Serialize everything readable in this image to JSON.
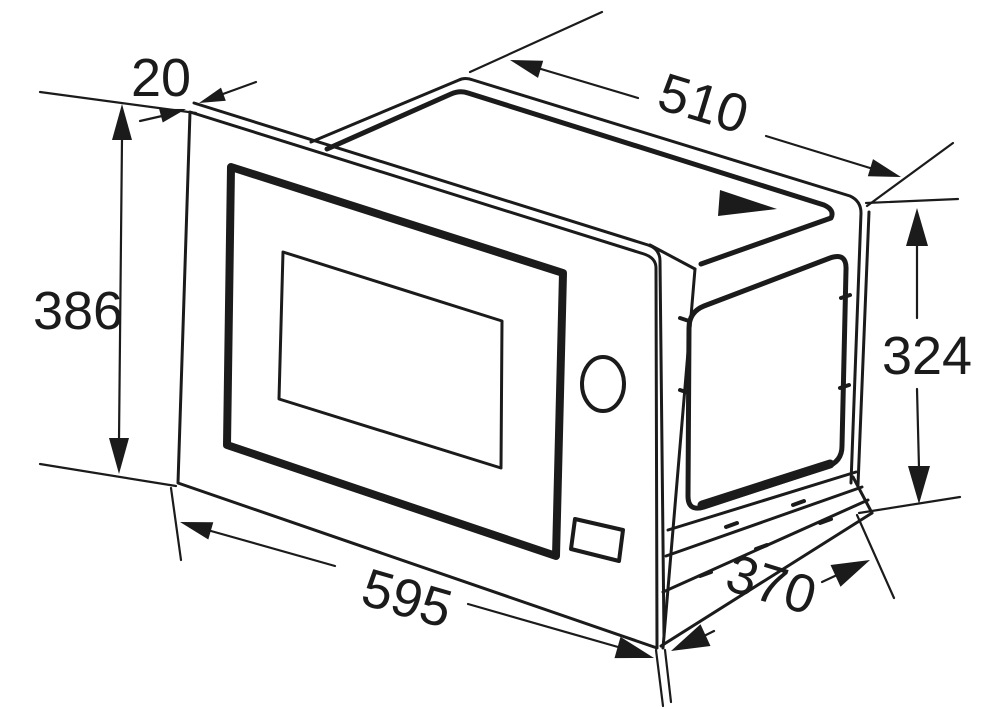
{
  "colors": {
    "line": "#1b1b1b",
    "background": "#ffffff"
  },
  "dimensions": {
    "frame_thickness": "20",
    "frame_height": "386",
    "frame_width": "595",
    "body_width": "510",
    "cutout_height": "324",
    "body_depth": "370"
  },
  "marks": {
    "top_surface_pointer": "solid-triangle-icon"
  }
}
